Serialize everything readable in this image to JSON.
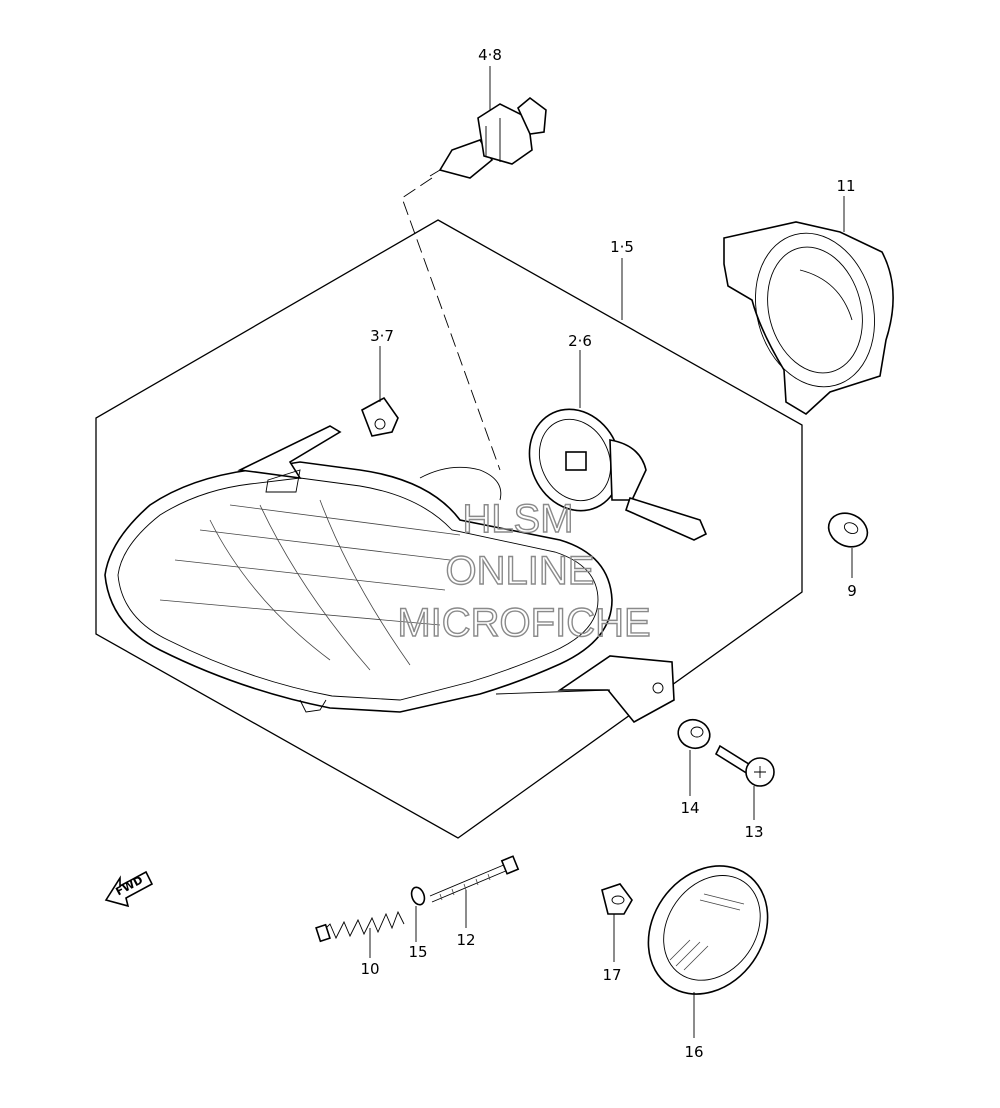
{
  "labels": {
    "p4_8": "4·8",
    "p11": "11",
    "p1_5": "1·5",
    "p3_7": "3·7",
    "p2_6": "2·6",
    "p9": "9",
    "p14": "14",
    "p13": "13",
    "p10": "10",
    "p15": "15",
    "p12": "12",
    "p17": "17",
    "p16": "16"
  },
  "fwd_label": "FWD",
  "watermark": {
    "line1": "HLSM",
    "line2": "ONLINE",
    "line3": "MICROFICHE"
  }
}
